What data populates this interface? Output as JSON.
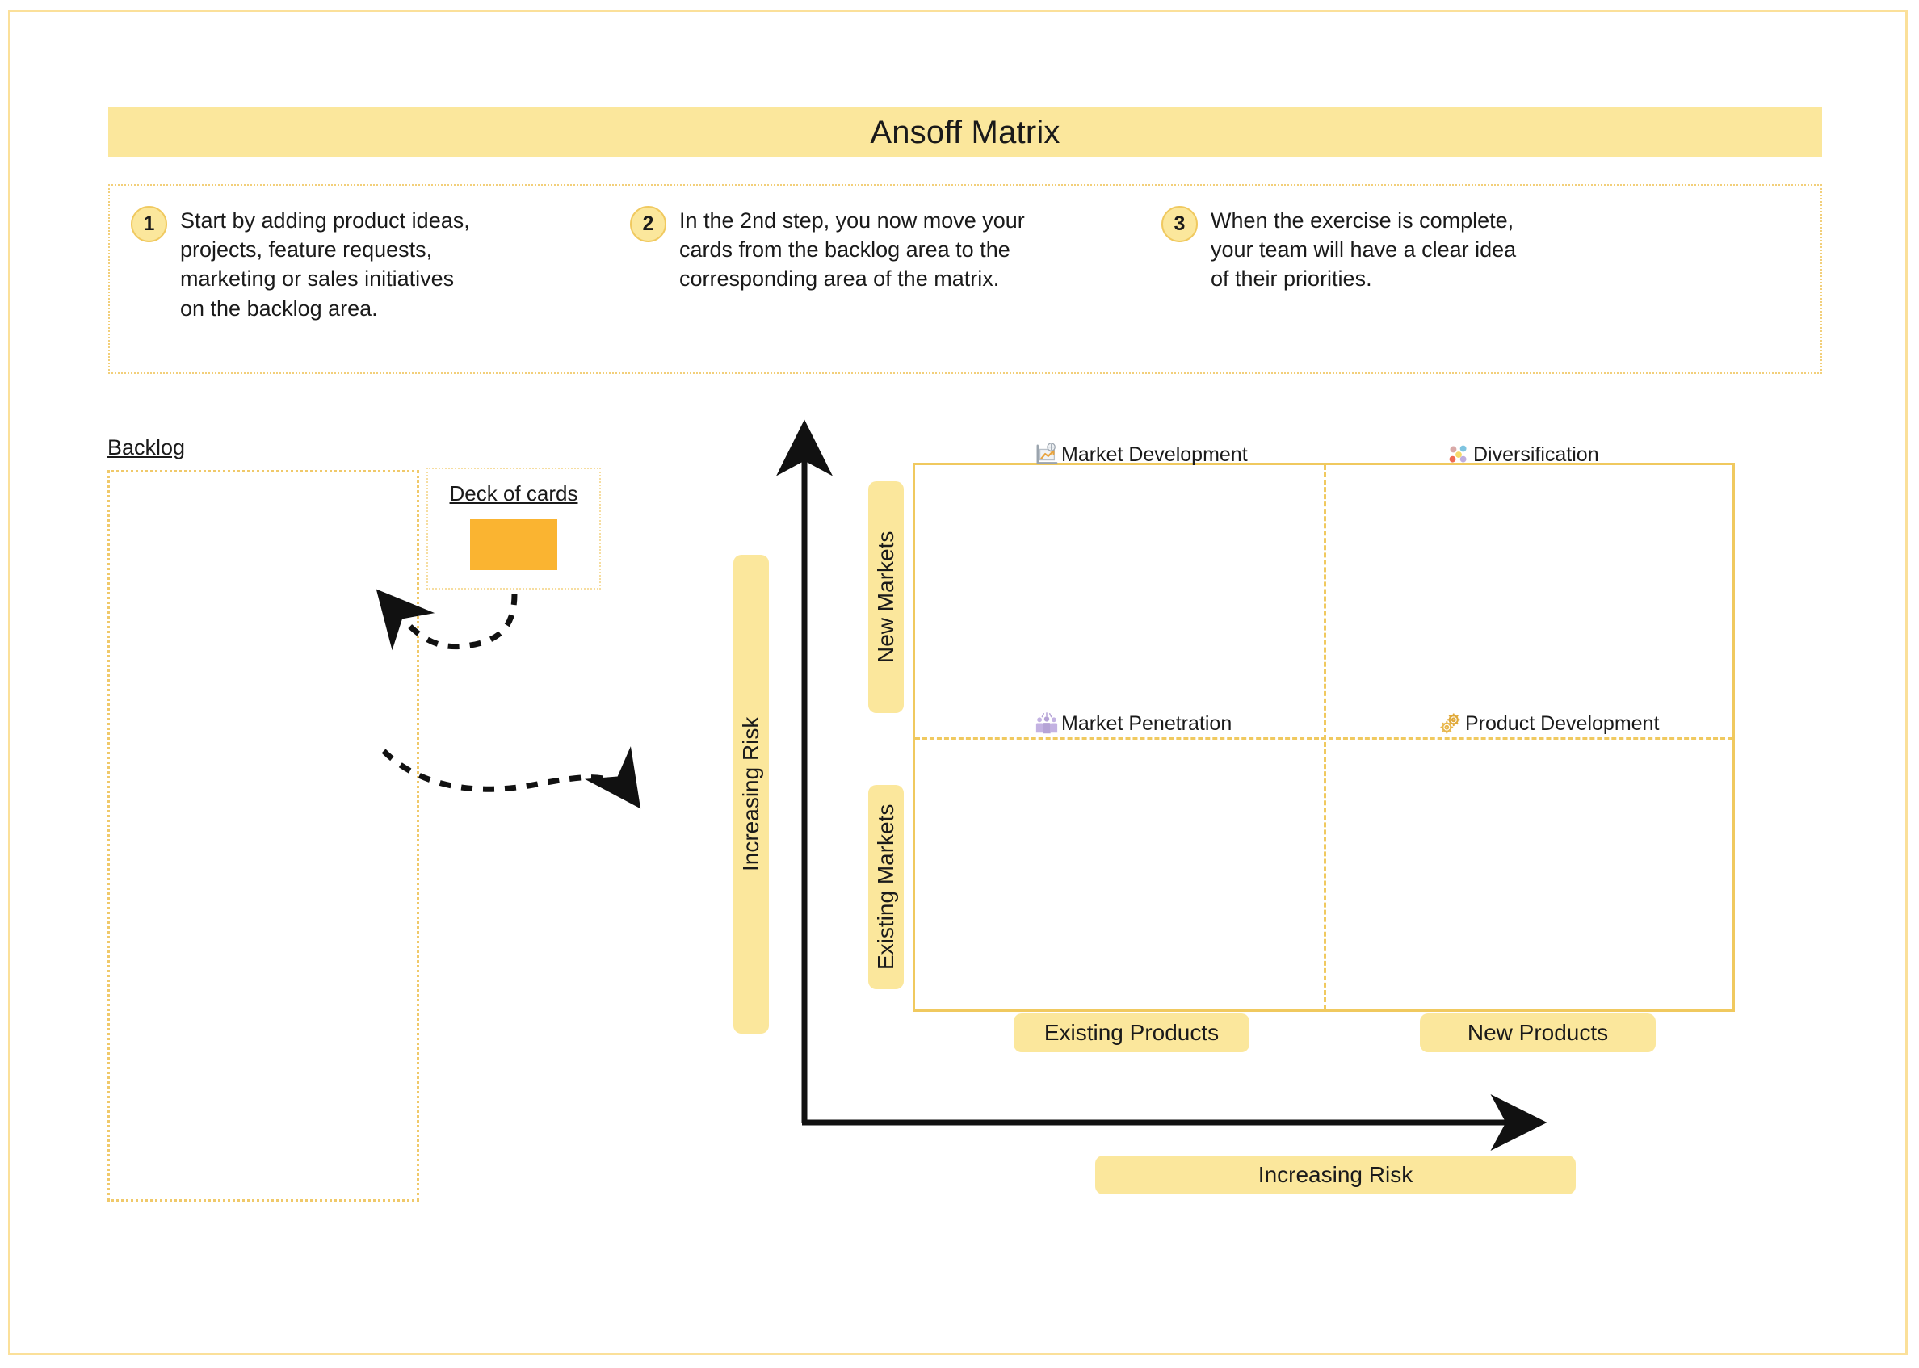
{
  "page": {
    "title": "Ansoff Matrix"
  },
  "instructions": {
    "steps": [
      {
        "number": "1",
        "text": "Start by adding product ideas,\nprojects, feature requests,\nmarketing or sales initiatives\non the backlog area."
      },
      {
        "number": "2",
        "text": "In the 2nd step, you now move your\ncards from the backlog area to the\ncorresponding area of the matrix."
      },
      {
        "number": "3",
        "text": "When the exercise is complete,\nyour team will have a clear idea\nof their priorities."
      }
    ]
  },
  "backlog": {
    "label": "Backlog"
  },
  "deck": {
    "label": "Deck of cards",
    "card_color": "#fab431"
  },
  "axes": {
    "y_axis_label": "Increasing Risk",
    "x_axis_label": "Increasing Risk",
    "y_top_label": "New Markets",
    "y_bottom_label": "Existing Markets",
    "x_left_label": "Existing Products",
    "x_right_label": "New Products"
  },
  "matrix": {
    "quadrants": [
      {
        "label": "Market Development",
        "icon": "growth-chart-icon",
        "position": "top-left"
      },
      {
        "label": "Diversification",
        "icon": "colored-dots-icon",
        "position": "top-right"
      },
      {
        "label": "Market Penetration",
        "icon": "people-group-icon",
        "position": "bottom-left"
      },
      {
        "label": "Product Development",
        "icon": "gears-icon",
        "position": "bottom-right"
      }
    ]
  },
  "colors": {
    "banner": "#fbe79c",
    "border_gold": "#f0c95f",
    "card_orange": "#fab431",
    "frame": "#fbe09a"
  }
}
